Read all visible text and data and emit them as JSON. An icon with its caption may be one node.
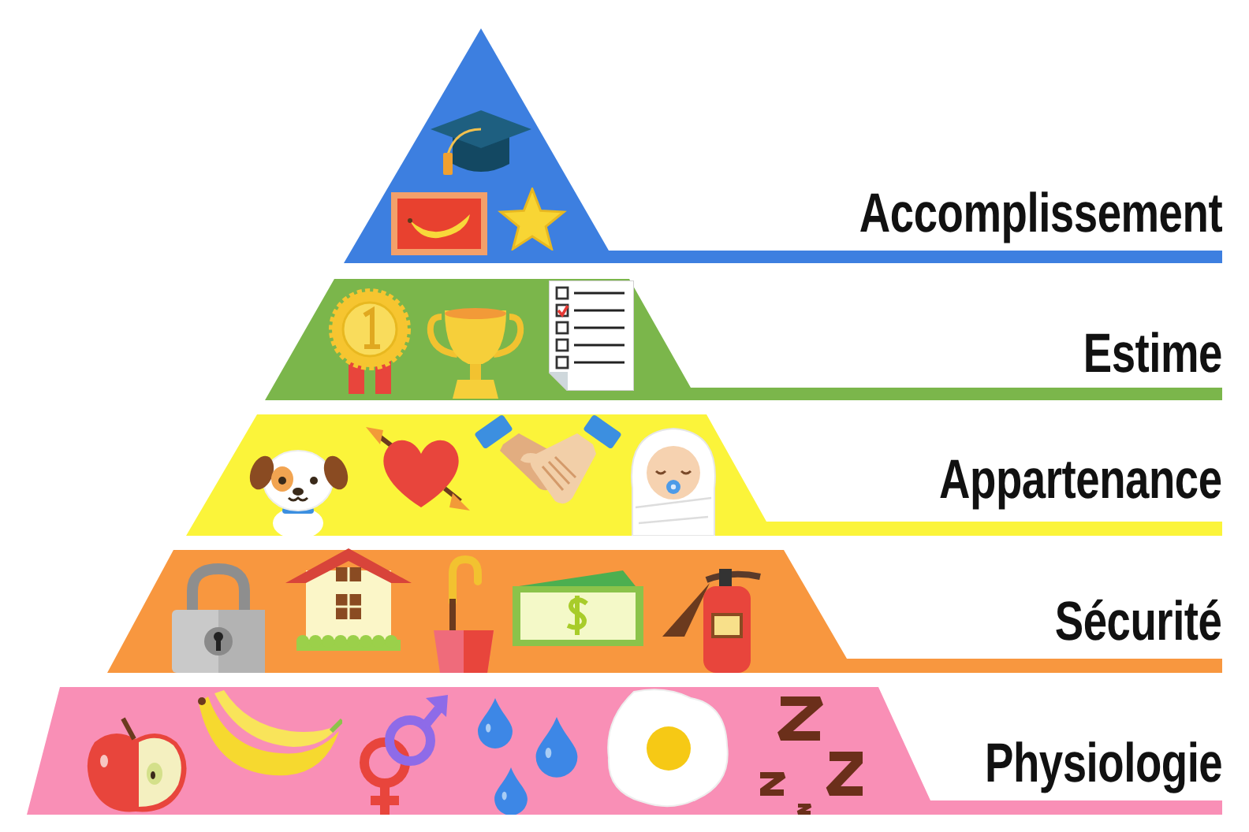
{
  "diagram": {
    "nodes": [
      {
        "text": [
          "Accomplissement"
        ]
      },
      {
        "text": [
          "Estime"
        ]
      },
      {
        "text": [
          "Appartenance"
        ]
      },
      {
        "text": [
          "Sécurité"
        ]
      },
      {
        "text": [
          "Physiologie"
        ]
      }
    ]
  }
}
